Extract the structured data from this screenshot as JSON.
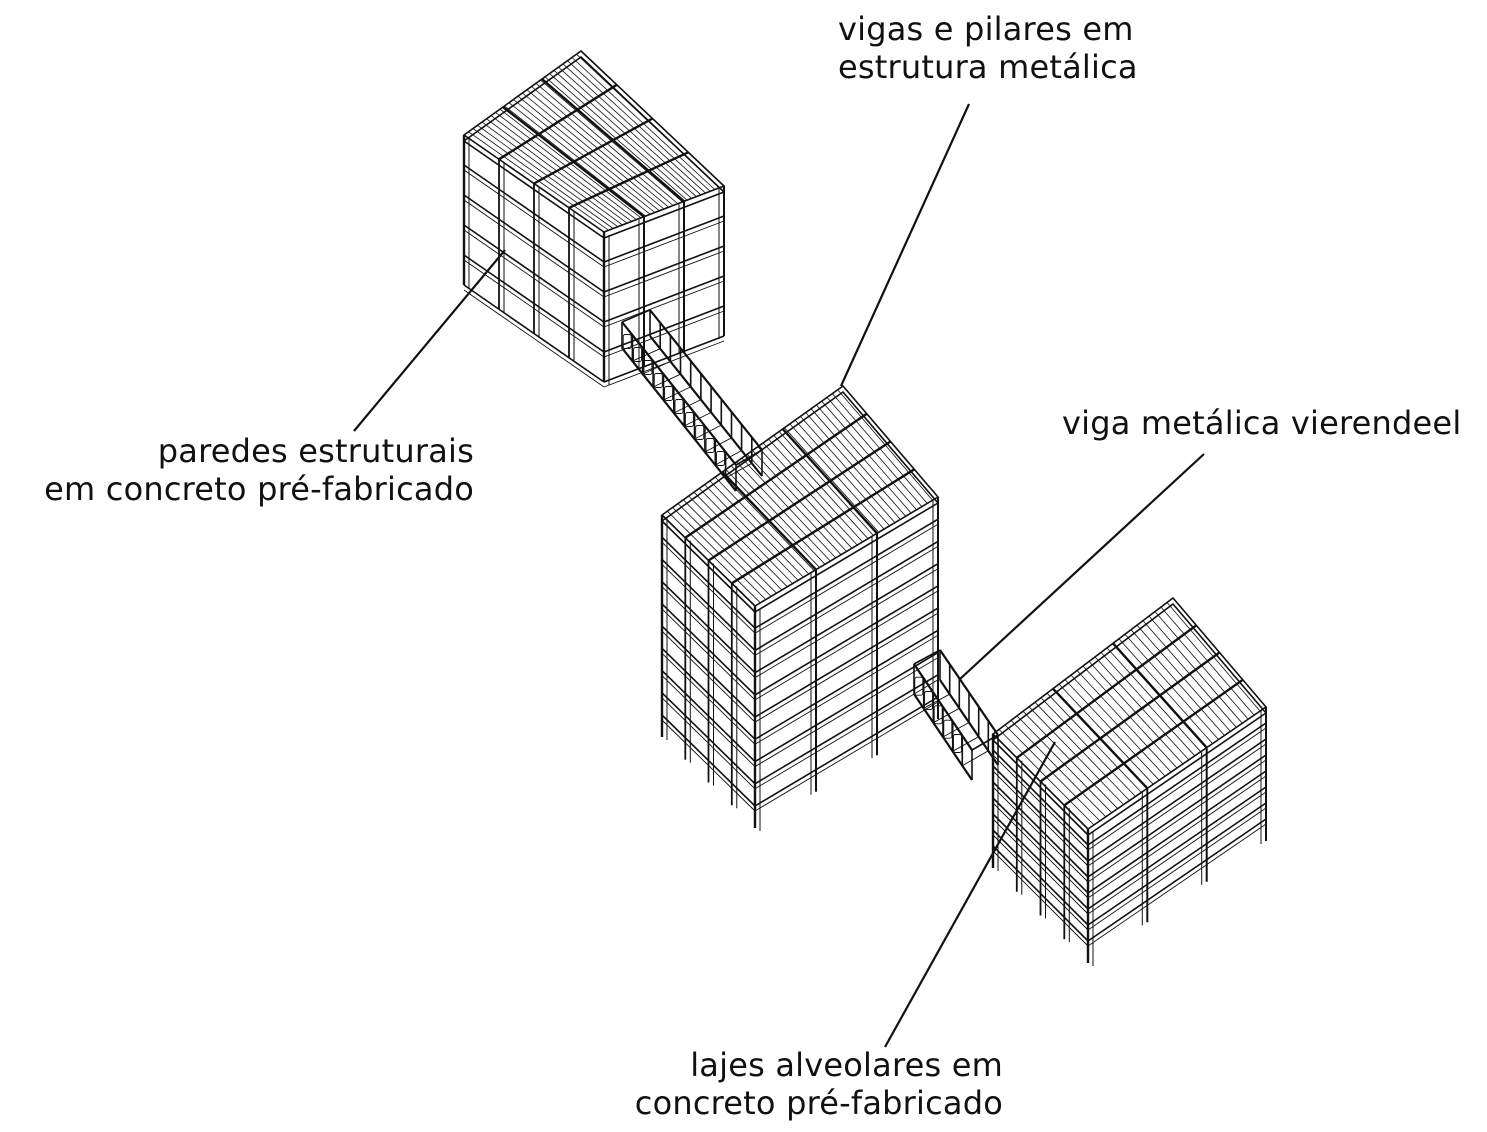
{
  "labels": {
    "steel_frame": {
      "line1": "vigas e pilares em",
      "line2": "estrutura metálica"
    },
    "vierendeel": {
      "line1": "viga metálica vierendeel"
    },
    "precast_walls": {
      "line1": "paredes estruturais",
      "line2": "em concreto pré-fabricado"
    },
    "hollow_slabs": {
      "line1": "lajes alveolares em",
      "line2": "concreto pré-fabricado"
    }
  },
  "diagram": {
    "buildings": [
      {
        "name": "precast-wall-building",
        "floors": 5
      },
      {
        "name": "steel-frame-tower",
        "floors": 9
      },
      {
        "name": "hollow-slab-building",
        "floors": 7
      }
    ],
    "bridges": [
      {
        "name": "upper-vierendeel-bridge"
      },
      {
        "name": "lower-vierendeel-bridge"
      }
    ]
  },
  "colors": {
    "line": "#111111",
    "background": "#ffffff"
  }
}
